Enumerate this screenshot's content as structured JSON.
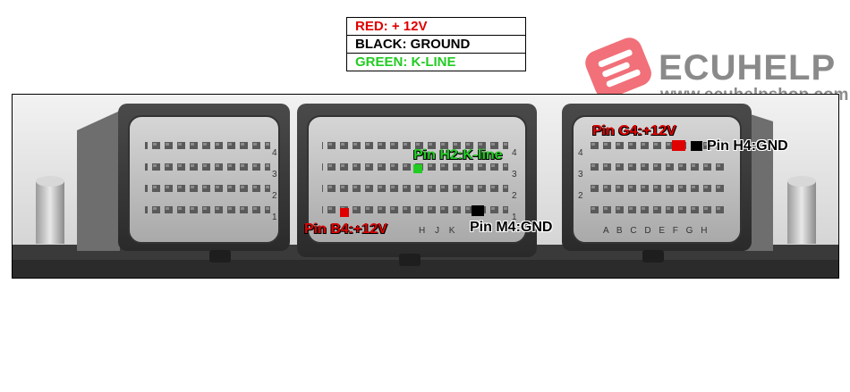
{
  "legend": [
    {
      "text": "RED: + 12V",
      "color": "#e00000"
    },
    {
      "text": "BLACK: GROUND",
      "color": "#000000"
    },
    {
      "text": "GREEN: K-LINE",
      "color": "#22cc22"
    }
  ],
  "brand": {
    "name": "ECUHELP",
    "url": "www.ecuhelpshop.com",
    "logo_color": "#f0616a"
  },
  "connector_labels": {
    "left_rows": [
      "4",
      "3",
      "2",
      "1"
    ],
    "mid_rows": [
      "4",
      "3",
      "2",
      "1"
    ],
    "mid_cols": "H J K",
    "right_rows": [
      "4",
      "3",
      "2"
    ],
    "right_cols": "A B C D E F G H"
  },
  "callouts": {
    "h2": "Pin H2:K-line",
    "b4": "Pin B4:+12V",
    "m4": "Pin M4:GND",
    "g4": "Pin G4:+12V",
    "h4": "Pin H4:GND"
  },
  "colors": {
    "red": "#e00000",
    "green": "#22cc22",
    "black": "#000000"
  }
}
